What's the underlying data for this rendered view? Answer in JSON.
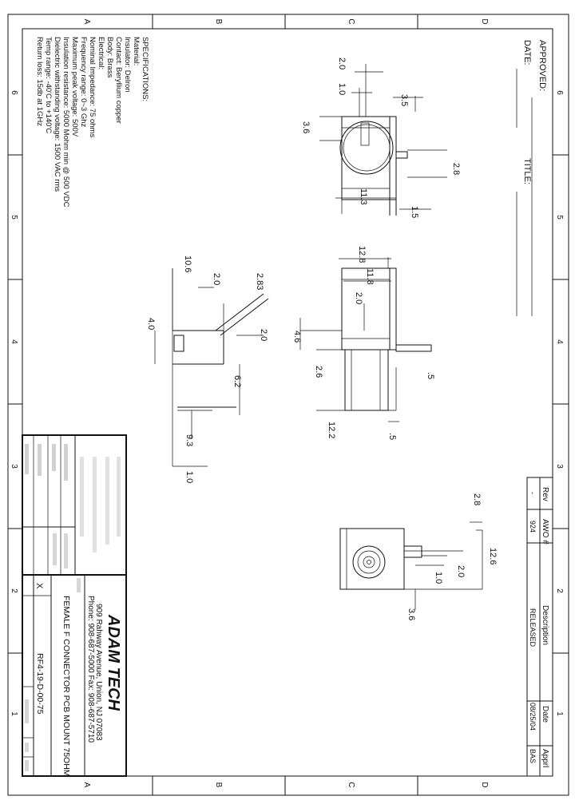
{
  "border": {
    "zones_letters": [
      "A",
      "B",
      "C",
      "D"
    ],
    "zones_numbers": [
      "6",
      "5",
      "4",
      "3",
      "2",
      "1"
    ]
  },
  "approval": {
    "approved_label": "APPROVED:",
    "date_label": "DATE:",
    "title_label": "TITLE:"
  },
  "specifications": {
    "heading": "SPECIFICATIONS:",
    "lines": [
      "Material:",
      "Insulator: Delron",
      "Contact: Beryllium copper",
      "Body: Brass",
      "Electrical:",
      "Nominal Impedance: 75 ohms",
      "Frequency range: 0~3 Ghz",
      "Maximum peak voltage: 500V",
      "Insulation resistance: 5000 Mohm min @ 500 VDC",
      "Dielectric withstanding voltage: 1500 VAC rms",
      "Temp range: -40'C to +140'C",
      "Return loss: 15db at 1GHz"
    ]
  },
  "revision_table": {
    "headers": [
      "Rev",
      "AWO #",
      "Description",
      "Date",
      "Apprl"
    ],
    "row": [
      "-",
      "924",
      "RELEASED",
      "08/25/04",
      "BAS"
    ]
  },
  "title_block": {
    "company": "ADAM TECH",
    "address": "909 Rahway Avenue, Union, NJ 07083",
    "phone": "Phone: 908-687-5000 Fax: 908-687-5710",
    "title": "FEMALE F CONNECTOR PCB MOUNT 75OHM",
    "part_number": "RF4-19-D-00-75",
    "mark": "X"
  },
  "dimensions": {
    "top_view": [
      "2.0",
      "1.0",
      "3.5",
      "3.6",
      "2.8",
      "11.3",
      "1.5"
    ],
    "side_view": [
      "12.8",
      "11.8",
      "2.0",
      "4.6",
      "2.6",
      ".5",
      "12.2",
      ".5"
    ],
    "footprint": [
      "10.6",
      "2.0",
      "2.83",
      "2.0",
      "4.0",
      "6.2",
      "9.3",
      "1.0"
    ],
    "front_view": [
      "2.8",
      "12.6",
      "2.0",
      "1.0",
      "3.6"
    ]
  }
}
